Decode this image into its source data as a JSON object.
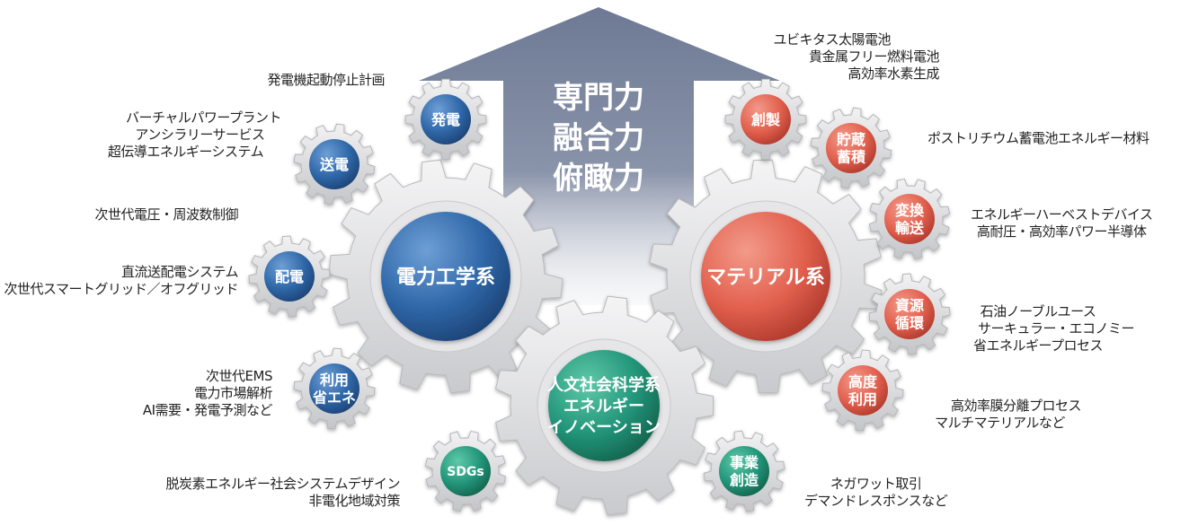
{
  "arrow": {
    "lines": [
      "専門力",
      "融合力",
      "俯瞰力"
    ],
    "color": "#6e7a95"
  },
  "hubs": [
    {
      "id": "power",
      "lines": [
        "電力工学系"
      ],
      "color": "#2f67a8"
    },
    {
      "id": "material",
      "lines": [
        "マテリアル系"
      ],
      "color": "#e2604e"
    },
    {
      "id": "humanities",
      "lines": [
        "人文社会科学系",
        "エネルギー",
        "イノベーション"
      ],
      "color": "#22957a"
    }
  ],
  "nodes": [
    {
      "id": "hatsuden",
      "lines": [
        "発電"
      ],
      "color": "#2f67a8",
      "labels": [
        "発電機起動停止計画"
      ]
    },
    {
      "id": "soden",
      "lines": [
        "送電"
      ],
      "color": "#2f67a8",
      "labels": [
        "バーチャルパワープラント",
        "アンシラリーサービス",
        "超伝導エネルギーシステム"
      ]
    },
    {
      "id": "jisedai",
      "lines": [],
      "color": "#2f67a8",
      "labels": [
        "次世代電圧・周波数制御"
      ]
    },
    {
      "id": "haiden",
      "lines": [
        "配電"
      ],
      "color": "#2f67a8",
      "labels": [
        "直流送配電システム",
        "次世代スマートグリッド／オフグリッド"
      ]
    },
    {
      "id": "riyou",
      "lines": [
        "利用",
        "省エネ"
      ],
      "color": "#2f67a8",
      "labels": [
        "次世代EMS",
        "電力市場解析",
        "AI需要・発電予測など"
      ]
    },
    {
      "id": "sdgs",
      "lines": [
        "SDGs"
      ],
      "color": "#22957a",
      "labels": [
        "脱炭素エネルギー社会システムデザイン",
        "非電化地域対策"
      ]
    },
    {
      "id": "jigyou",
      "lines": [
        "事業",
        "創造"
      ],
      "color": "#22957a",
      "labels": [
        "ネガワット取引",
        "デマンドレスポンスなど"
      ]
    },
    {
      "id": "sousei",
      "lines": [
        "創製"
      ],
      "color": "#e2604e",
      "labels": [
        "ユビキタス太陽電池",
        "貴金属フリー燃料電池",
        "高効率水素生成"
      ]
    },
    {
      "id": "chozou",
      "lines": [
        "貯蔵",
        "蓄積"
      ],
      "color": "#e2604e",
      "labels": [
        "ポストリチウム蓄電池エネルギー材料"
      ]
    },
    {
      "id": "henkan",
      "lines": [
        "変換",
        "輸送"
      ],
      "color": "#e2604e",
      "labels": [
        "エネルギーハーベストデバイス",
        "高耐圧・高効率パワー半導体"
      ]
    },
    {
      "id": "shigen",
      "lines": [
        "資源",
        "循環"
      ],
      "color": "#e2604e",
      "labels": [
        "石油ノーブルユース",
        "サーキュラー・エコノミー",
        "省エネルギープロセス"
      ]
    },
    {
      "id": "koudo",
      "lines": [
        "高度",
        "利用"
      ],
      "color": "#e2604e",
      "labels": [
        "高効率膜分離プロセス",
        "マルチマテリアルなど"
      ]
    }
  ]
}
